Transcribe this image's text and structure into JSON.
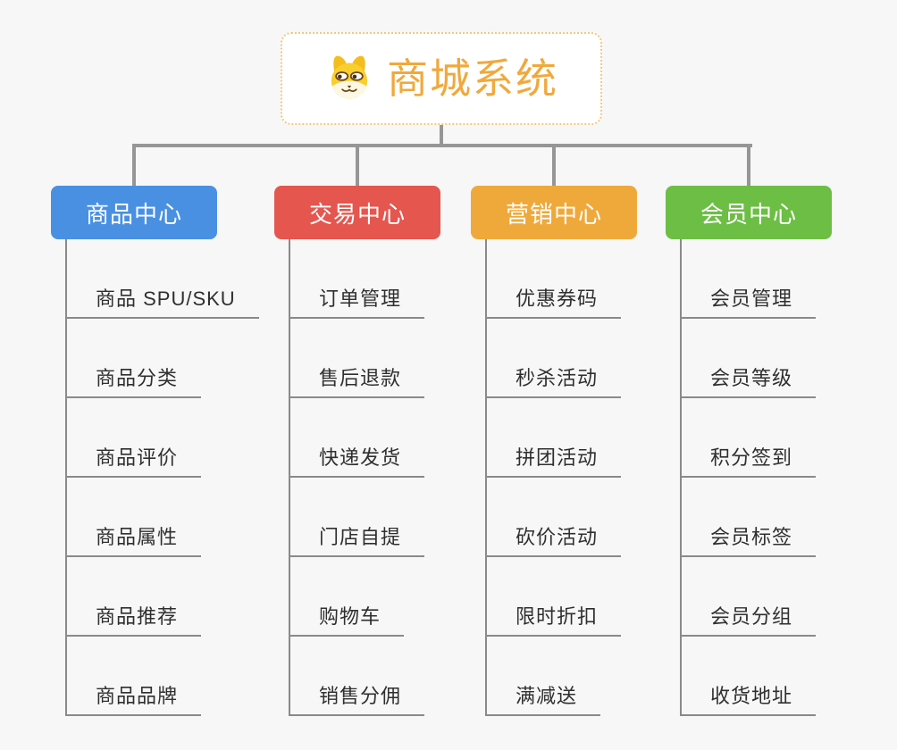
{
  "root": {
    "title": "商城系统",
    "icon": "doge-icon",
    "title_color": "#f0a93c",
    "border_color": "#f0c97e"
  },
  "connector_color": "#969696",
  "line_color": "#8a8a8a",
  "branches": [
    {
      "label": "商品中心",
      "color": "#4a90e2",
      "items": [
        "商品 SPU/SKU",
        "商品分类",
        "商品评价",
        "商品属性",
        "商品推荐",
        "商品品牌"
      ]
    },
    {
      "label": "交易中心",
      "color": "#e5564f",
      "items": [
        "订单管理",
        "售后退款",
        "快递发货",
        "门店自提",
        "购物车",
        "销售分佣"
      ]
    },
    {
      "label": "营销中心",
      "color": "#efa93b",
      "items": [
        "优惠券码",
        "秒杀活动",
        "拼团活动",
        "砍价活动",
        "限时折扣",
        "满减送"
      ]
    },
    {
      "label": "会员中心",
      "color": "#6cbe45",
      "items": [
        "会员管理",
        "会员等级",
        "积分签到",
        "会员标签",
        "会员分组",
        "收货地址"
      ]
    }
  ]
}
